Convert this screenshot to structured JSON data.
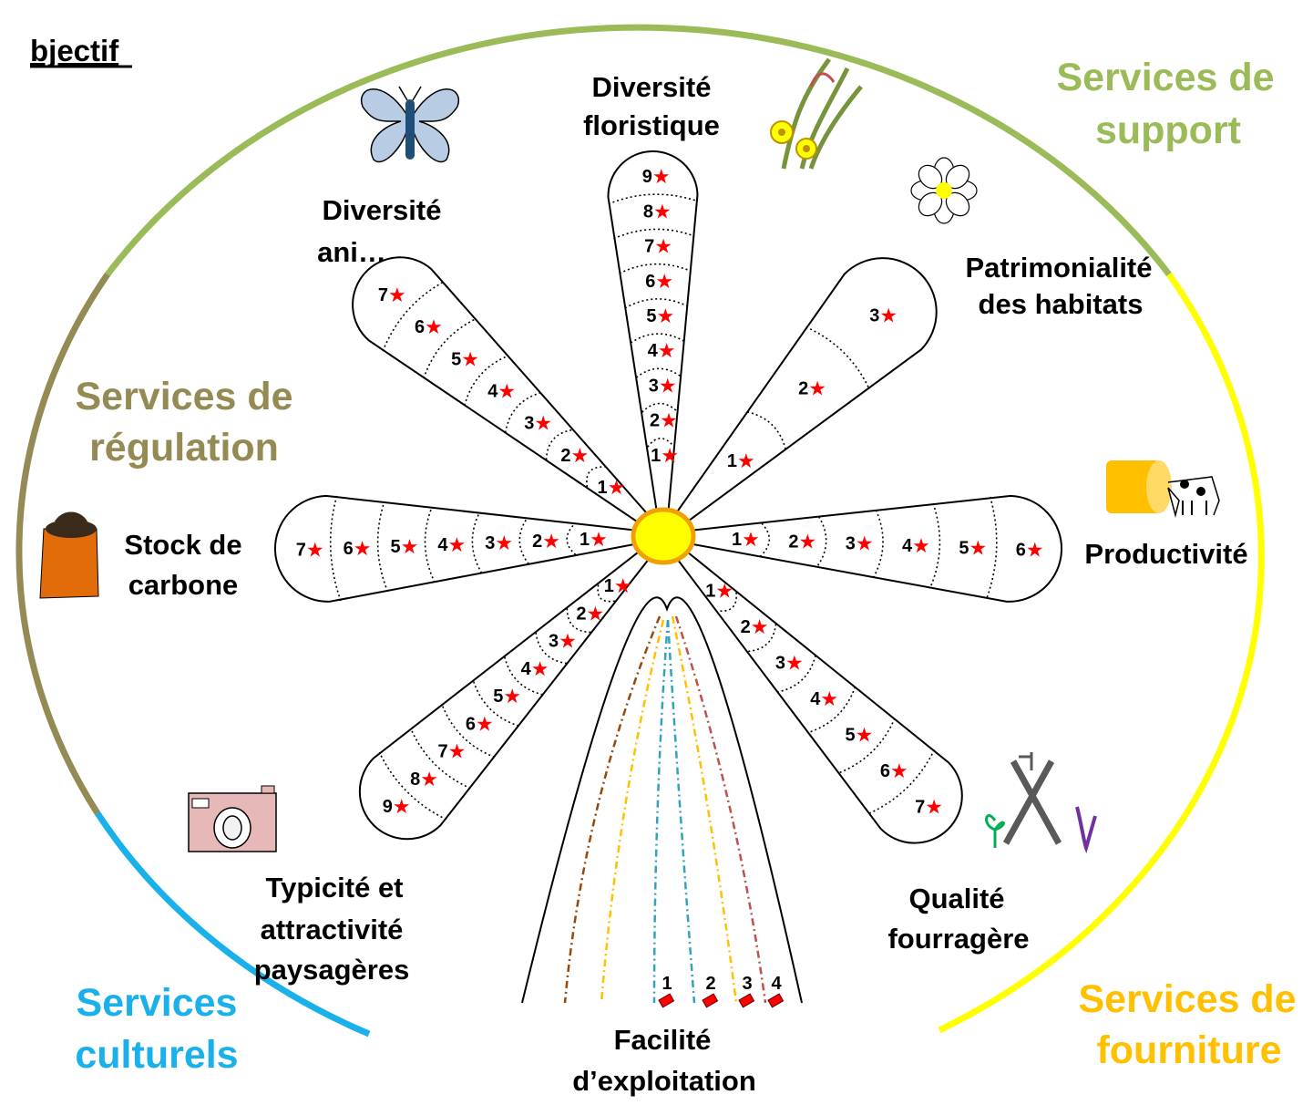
{
  "title": "bjectif",
  "groups": {
    "support": {
      "label": [
        "Services de",
        "support"
      ],
      "color": "#9bbb59"
    },
    "regulation": {
      "label": [
        "Services de",
        "régulation"
      ],
      "color": "#948a54"
    },
    "culturels": {
      "label": [
        "Services",
        "culturels"
      ],
      "color": "#1ab0ea"
    },
    "fourniture": {
      "label": [
        "Services de",
        "fourniture"
      ],
      "color": "#ffc000"
    }
  },
  "arc_colors": {
    "support": "#9bbb59",
    "regulation": "#948a54",
    "culturels": "#1ab0ea",
    "fourniture": "#ffff00"
  },
  "center_color": "#ffff00",
  "star_color": "#ff0000",
  "petals": [
    {
      "id": "diversite-floristique",
      "label": [
        "Diversité",
        "floristique"
      ],
      "levels": [
        "1",
        "2",
        "3",
        "4",
        "5",
        "6",
        "7",
        "8",
        "9"
      ]
    },
    {
      "id": "patrimonialite",
      "label": [
        "Patrimonialité",
        "des habitats"
      ],
      "levels": [
        "1",
        "2",
        "3"
      ]
    },
    {
      "id": "productivite",
      "label": [
        "Productivité"
      ],
      "levels": [
        "1",
        "2",
        "3",
        "4",
        "5",
        "6"
      ]
    },
    {
      "id": "qualite-fourragere",
      "label": [
        "Qualité",
        "fourragère"
      ],
      "levels": [
        "1",
        "2",
        "3",
        "4",
        "5",
        "6",
        "7"
      ]
    },
    {
      "id": "typicite",
      "label": [
        "Typicité et",
        "attractivité",
        "paysagères"
      ],
      "levels": [
        "1",
        "2",
        "3",
        "4",
        "5",
        "6",
        "7",
        "8",
        "9"
      ]
    },
    {
      "id": "stock-carbone",
      "label": [
        "Stock de",
        "carbone"
      ],
      "levels": [
        "1",
        "2",
        "3",
        "4",
        "5",
        "6",
        "7"
      ]
    },
    {
      "id": "diversite-animale",
      "label": [
        "Diversité",
        "ani…"
      ],
      "levels": [
        "1",
        "2",
        "3",
        "4",
        "5",
        "6",
        "7"
      ]
    }
  ],
  "exploitation": {
    "label": [
      "Facilité",
      "d’exploitation"
    ],
    "levels": [
      "1",
      "2",
      "3",
      "4"
    ],
    "line_colors": [
      "#31a5b7",
      "#ffc000",
      "#984807",
      "#c0504d"
    ]
  },
  "icons": [
    "butterfly-icon",
    "wildflower-icon",
    "daisy-icon",
    "hay-bale-cow-icon",
    "medicinal-plant-cutlery-icon",
    "camera-icon",
    "carbon-sack-icon"
  ]
}
